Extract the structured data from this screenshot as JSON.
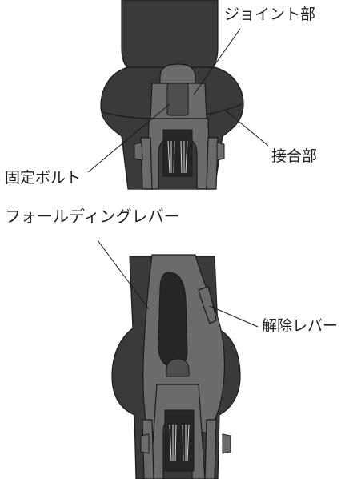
{
  "labels": {
    "joint": "ジョイント部",
    "setsugo": "接合部",
    "bolt": "固定ボルト",
    "folding_lever": "フォールディングレバー",
    "release_lever": "解除レバー"
  },
  "colors": {
    "body": "#3a3a3a",
    "lever": "#6b6b6b",
    "deep": "#262626",
    "line": "#1a1a1a",
    "spring": "#d8d8d8"
  }
}
